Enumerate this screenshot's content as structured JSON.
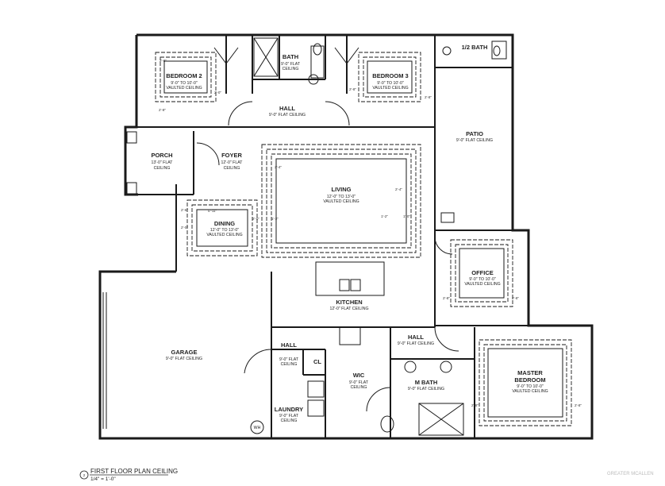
{
  "plan": {
    "title": "FIRST FLOOR PLAN CEILING",
    "scale": "1/4\" = 1'-0\"",
    "marker": "2",
    "watermark": "GREATER MCALLEN"
  },
  "rooms": {
    "bedroom2": {
      "name": "BEDROOM 2",
      "line1": "9'-0\" TO 10'-0\"",
      "line2": "VAULTED CEILING"
    },
    "bath": {
      "name": "BATH",
      "line1": "9'-0\" FLAT",
      "line2": "CEILING"
    },
    "bedroom3": {
      "name": "BEDROOM 3",
      "line1": "9'-0\" TO 10'-0\"",
      "line2": "VAULTED CEILING"
    },
    "half_bath": {
      "name": "1/2 BATH"
    },
    "hall_top": {
      "name": "HALL",
      "line1": "9'-0\" FLAT CEILING"
    },
    "porch": {
      "name": "PORCH",
      "line1": "13'-0\" FLAT",
      "line2": "CEILING"
    },
    "foyer": {
      "name": "FOYER",
      "line1": "12'-0\" FLAT",
      "line2": "CEILING"
    },
    "patio": {
      "name": "PATIO",
      "line1": "9'-0\" FLAT CEILING"
    },
    "living": {
      "name": "LIVING",
      "line1": "12'-0\" TO 13'-0\"",
      "line2": "VAULTED CEILING"
    },
    "dining": {
      "name": "DINING",
      "line1": "12'-0\" TO 13'-0\"",
      "line2": "VAULTED CEILING"
    },
    "office": {
      "name": "OFFICE",
      "line1": "9'-0\" TO 10'-0\"",
      "line2": "VAULTED CEILING"
    },
    "kitchen": {
      "name": "KITCHEN",
      "line1": "12'-0\" FLAT CEILING"
    },
    "garage": {
      "name": "GARAGE",
      "line1": "9'-0\" FLAT CEILING"
    },
    "hall_mid": {
      "name": "HALL",
      "line1": "9'-0\" FLAT",
      "line2": "CEILING"
    },
    "closet": {
      "name": "CL"
    },
    "wic": {
      "name": "WIC",
      "line1": "9'-0\" FLAT",
      "line2": "CEILING"
    },
    "hall_right": {
      "name": "HALL",
      "line1": "9'-0\" FLAT CEILING"
    },
    "mbath": {
      "name": "M BATH",
      "line1": "9'-0\" FLAT CEILING"
    },
    "master": {
      "name": "MASTER",
      "name2": "BEDROOM",
      "line1": "9'-0\" TO 10'-0\"",
      "line2": "VAULTED CEILING"
    },
    "laundry": {
      "name": "LAUNDRY",
      "line1": "9'-0\" FLAT",
      "line2": "CEILING"
    },
    "wh": {
      "name": "WH"
    }
  },
  "dims": {
    "d_b2_a": "2'-8\"",
    "d_b2_b": "2'-0\"",
    "d_b2_c": "2'-8\"",
    "d_b3_a": "2'-8\"",
    "d_b3_b": "2'-8\"",
    "d_liv_a": "2'-4\"",
    "d_liv_b": "5'-11\"",
    "d_liv_c": "2'-4\"",
    "d_liv_d": "1'-2\"",
    "d_liv_e": "1'-2\"",
    "d_liv_f": "1'-0\"",
    "d_liv_g": "2'-0\"",
    "d_din_a": "2'-6\"",
    "d_din_b": "2'-0\"",
    "d_off_a": "2'-8\"",
    "d_off_b": "2'-8\"",
    "d_mb_a": "2'-8\"",
    "d_mb_b": "2'-8\""
  }
}
